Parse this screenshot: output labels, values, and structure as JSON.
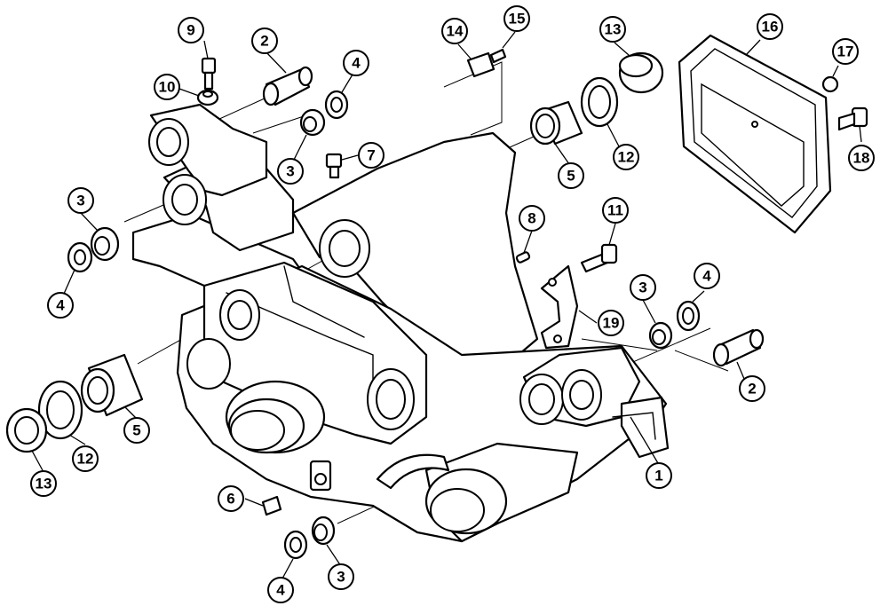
{
  "callouts": [
    {
      "id": "c-1",
      "label": "1"
    },
    {
      "id": "c-2a",
      "label": "2"
    },
    {
      "id": "c-2b",
      "label": "2"
    },
    {
      "id": "c-3a",
      "label": "3"
    },
    {
      "id": "c-3b",
      "label": "3"
    },
    {
      "id": "c-3c",
      "label": "3"
    },
    {
      "id": "c-3d",
      "label": "3"
    },
    {
      "id": "c-4a",
      "label": "4"
    },
    {
      "id": "c-4b",
      "label": "4"
    },
    {
      "id": "c-4c",
      "label": "4"
    },
    {
      "id": "c-4d",
      "label": "4"
    },
    {
      "id": "c-5a",
      "label": "5"
    },
    {
      "id": "c-5b",
      "label": "5"
    },
    {
      "id": "c-6",
      "label": "6"
    },
    {
      "id": "c-7",
      "label": "7"
    },
    {
      "id": "c-8",
      "label": "8"
    },
    {
      "id": "c-9",
      "label": "9"
    },
    {
      "id": "c-10",
      "label": "10"
    },
    {
      "id": "c-11",
      "label": "11"
    },
    {
      "id": "c-12a",
      "label": "12"
    },
    {
      "id": "c-12b",
      "label": "12"
    },
    {
      "id": "c-13a",
      "label": "13"
    },
    {
      "id": "c-13b",
      "label": "13"
    },
    {
      "id": "c-14",
      "label": "14"
    },
    {
      "id": "c-15",
      "label": "15"
    },
    {
      "id": "c-16",
      "label": "16"
    },
    {
      "id": "c-17",
      "label": "17"
    },
    {
      "id": "c-18",
      "label": "18"
    },
    {
      "id": "c-19",
      "label": "19"
    }
  ]
}
